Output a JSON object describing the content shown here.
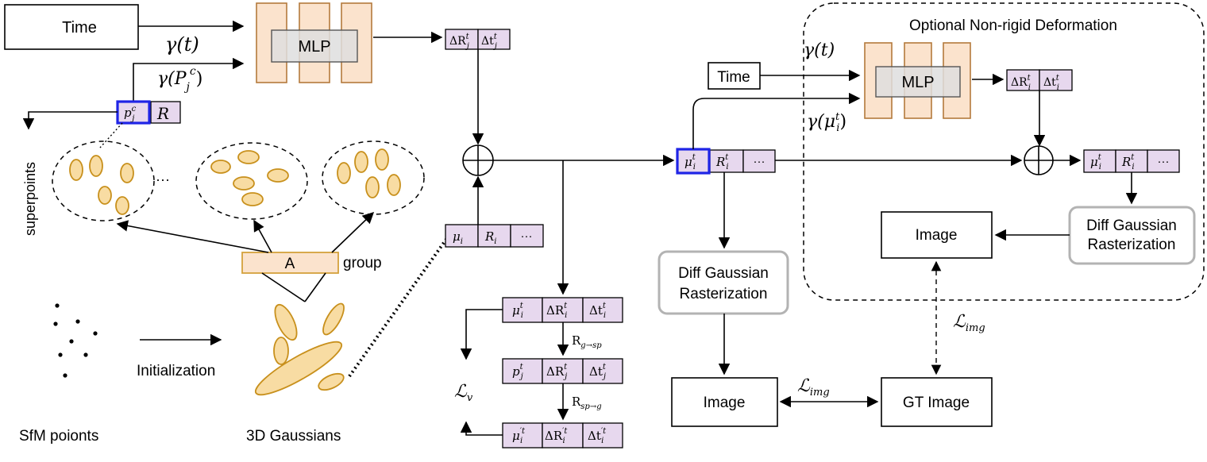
{
  "labels": {
    "time_left": "Time",
    "gamma_t_left": "γ(t)",
    "gamma_pjc": "γ(P",
    "mlp_left": "MLP",
    "pjc_cell": "p",
    "r_cell": "R",
    "superpoints": "superpoints",
    "ellipsis_groups": "···",
    "group_A": "A",
    "group_word": "group",
    "initialization": "Initialization",
    "sfm_points": "SfM poionts",
    "gaussians_3d": "3D Gaussians",
    "mu_i": "μ",
    "r_i": "R",
    "dots": "···",
    "delta_r_j": "ΔR",
    "delta_t_j": "Δt",
    "r_g_sp": "R",
    "r_g_sp_sub": "g→sp",
    "r_sp_g": "R",
    "r_sp_g_sub": "sp→g",
    "loss_v": "ℒ",
    "loss_v_sub": "v",
    "diff_gauss_1": "Diff Gaussian",
    "rasterization_1": "Rasterization",
    "image_bottom": "Image",
    "loss_img_bottom": "ℒ",
    "loss_img_sub": "img",
    "gt_image": "GT Image",
    "optional_title": "Optional Non-rigid Deformation",
    "time_right": "Time",
    "gamma_t_right": "γ(t)",
    "gamma_mu": "γ(μ",
    "mlp_right": "MLP",
    "image_right": "Image",
    "diff_gauss_2": "Diff Gaussian",
    "rasterization_2": "Rasterization",
    "loss_img_right": "ℒ"
  }
}
